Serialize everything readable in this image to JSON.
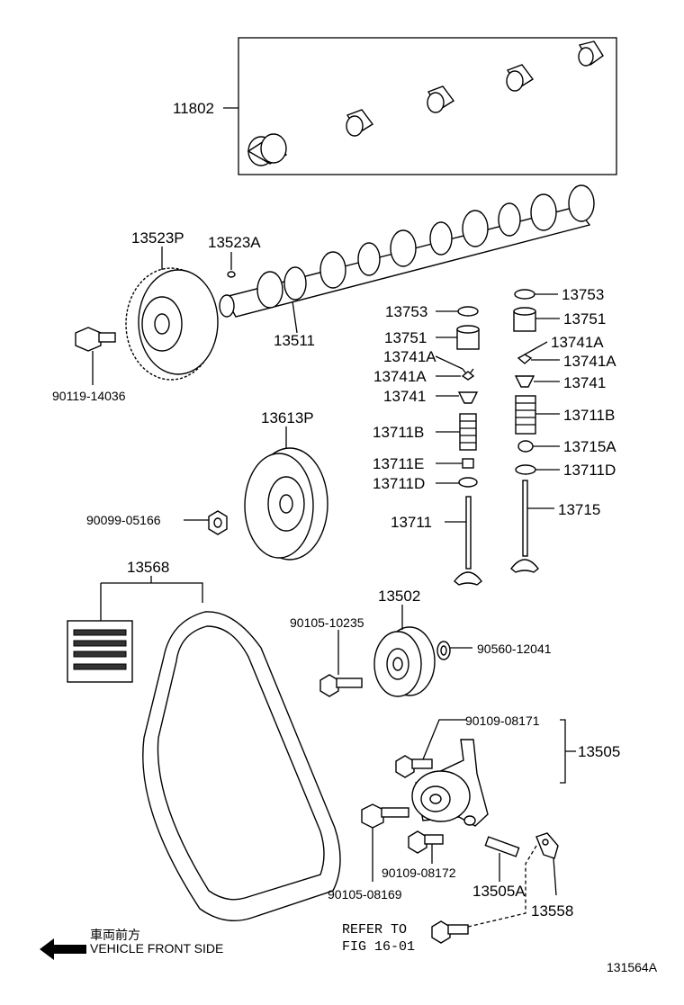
{
  "labels": {
    "p11802": "11802",
    "p13523P": "13523P",
    "p13523A": "13523A",
    "p13511": "13511",
    "p90119": "90119-14036",
    "p13753_l": "13753",
    "p13751_l": "13751",
    "p13741A_l1": "13741A",
    "p13741A_l2": "13741A",
    "p13741_l": "13741",
    "p13711B_l": "13711B",
    "p13711E_l": "13711E",
    "p13711D_l": "13711D",
    "p13711": "13711",
    "p13753_r": "13753",
    "p13751_r": "13751",
    "p13741A_r1": "13741A",
    "p13741A_r2": "13741A",
    "p13741_r": "13741",
    "p13711B_r": "13711B",
    "p13715A": "13715A",
    "p13711D_r": "13711D",
    "p13715": "13715",
    "p13613P": "13613P",
    "p90099": "90099-05166",
    "p13568": "13568",
    "p13502": "13502",
    "p90105_10235": "90105-10235",
    "p90560": "90560-12041",
    "p90109_08171": "90109-08171",
    "p13505": "13505",
    "p90109_08172": "90109-08172",
    "p90105_08169": "90105-08169",
    "p13505A": "13505A",
    "p13558": "13558",
    "refer_line1": "REFER TO",
    "refer_line2": "FIG 16-01",
    "front_jp": "車両前方",
    "front_en": "VEHICLE FRONT SIDE",
    "fig_id": "131564A"
  }
}
